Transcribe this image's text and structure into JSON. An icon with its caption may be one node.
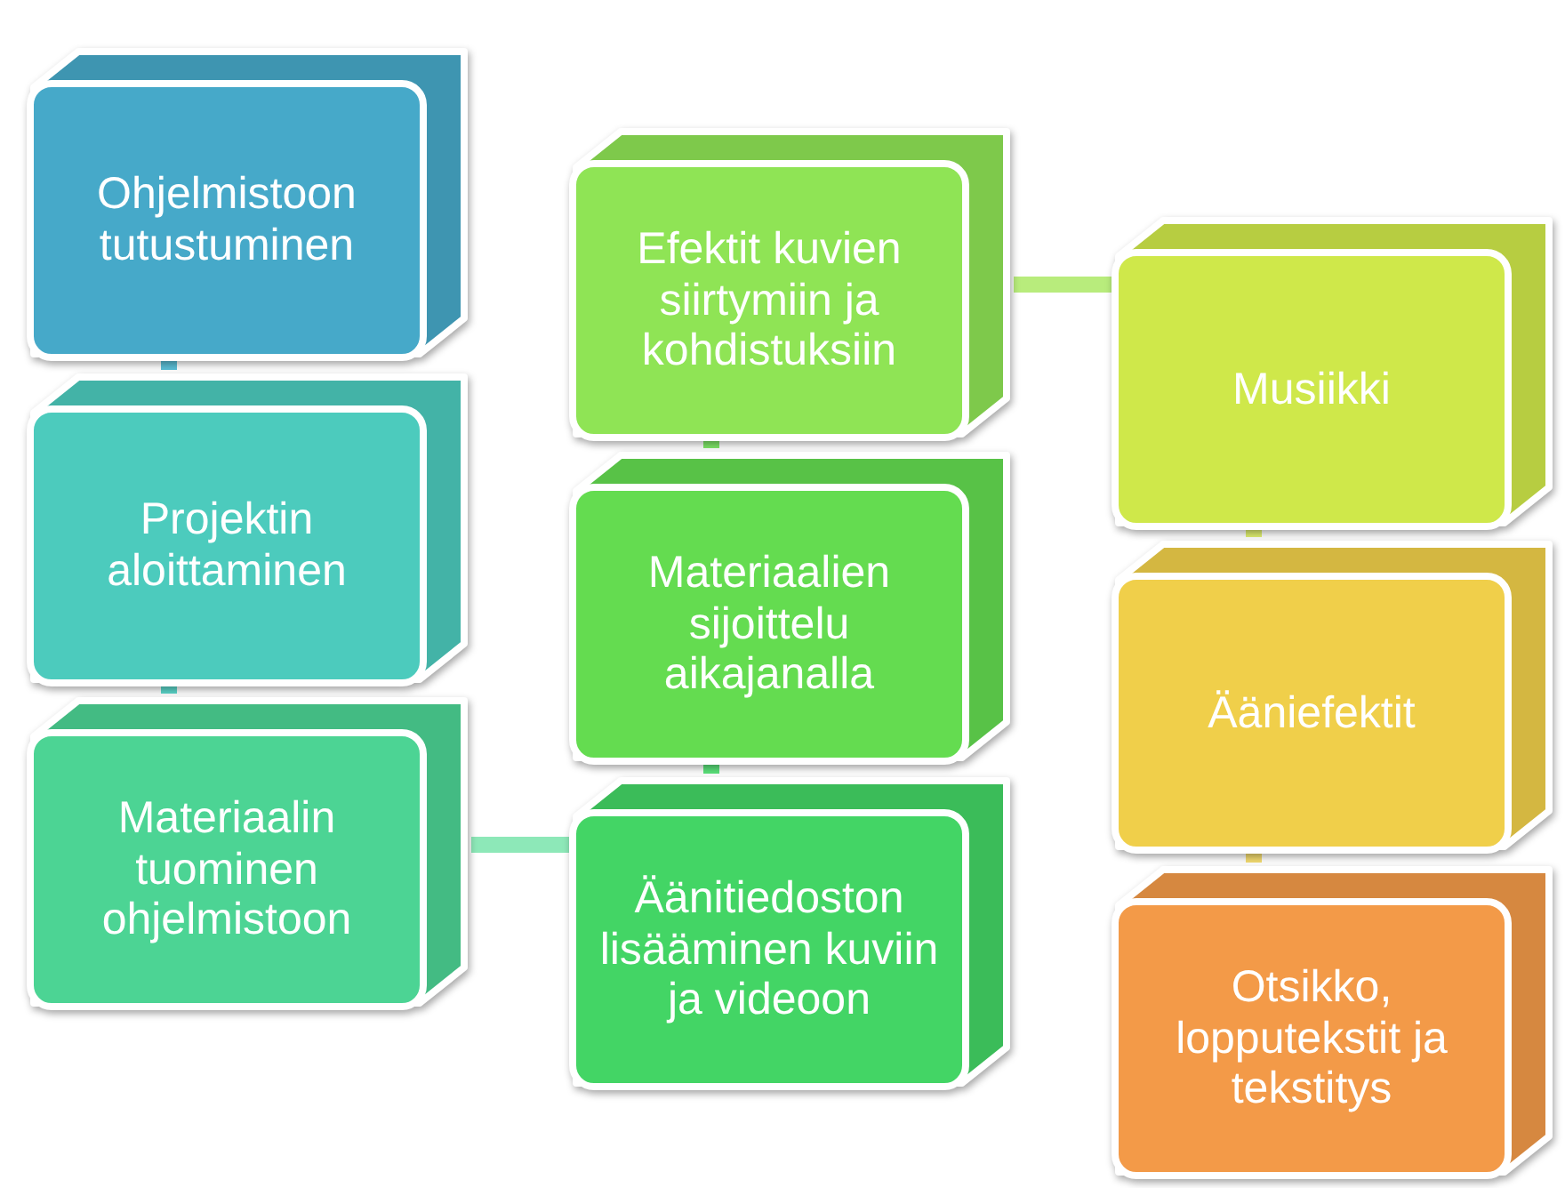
{
  "diagram": {
    "nodes": [
      {
        "text": [
          "Ohjelmistoon tutustuminen"
        ]
      },
      {
        "text": [
          "Projektin aloittaminen"
        ]
      },
      {
        "text": [
          "Materiaalin tuominen ohjelmistoon"
        ]
      },
      {
        "text": [
          "Efektit kuvien siirtymiin ja kohdistuksiin"
        ]
      },
      {
        "text": [
          "Materiaalien sijoittelu aikajanalla"
        ]
      },
      {
        "text": [
          "Äänitiedoston lisääminen kuviin ja videoon"
        ]
      },
      {
        "text": [
          "Musiikki"
        ]
      },
      {
        "text": [
          "Ääniefektit"
        ]
      },
      {
        "text": [
          "Otsikko, lopputekstit ja tekstitys"
        ]
      }
    ],
    "edges": [
      {
        "from": 0,
        "to": 1,
        "arrow": "none",
        "color": "#5cc0d8"
      },
      {
        "from": 1,
        "to": 2,
        "arrow": "none",
        "color": "#5cd8cc"
      },
      {
        "from": 2,
        "to": 5,
        "arrow": "none",
        "color": "#8de8b8"
      },
      {
        "from": 5,
        "to": 4,
        "arrow": "none",
        "color": "#5ce47c"
      },
      {
        "from": 4,
        "to": 3,
        "arrow": "none",
        "color": "#80e868"
      },
      {
        "from": 3,
        "to": 6,
        "arrow": "none",
        "color": "#b8ec7c"
      },
      {
        "from": 6,
        "to": 7,
        "arrow": "none",
        "color": "#e0f070"
      },
      {
        "from": 7,
        "to": 8,
        "arrow": "none",
        "color": "#f4dc70"
      }
    ]
  }
}
